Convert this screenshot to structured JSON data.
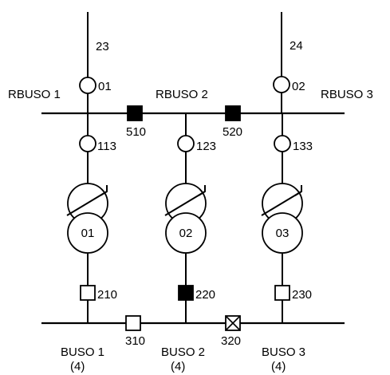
{
  "feeders": {
    "left": "23",
    "right": "24"
  },
  "top_buses": {
    "left": "RBUSO 1",
    "middle": "RBUSO 2",
    "right": "RBUSO 3"
  },
  "line_breakers": {
    "left": "01",
    "right": "02"
  },
  "bus_ties_top": {
    "left": "510",
    "right": "520"
  },
  "xfmr_breakers_high": {
    "left": "113",
    "middle": "123",
    "right": "133"
  },
  "transformers": {
    "left": "01",
    "middle": "02",
    "right": "03"
  },
  "xfmr_breakers_low": {
    "left": "210",
    "middle": "220",
    "right": "230"
  },
  "bus_ties_bottom": {
    "left": "310",
    "right": "320"
  },
  "bottom_buses": {
    "left": {
      "name": "BUSO 1",
      "note": "(4)"
    },
    "middle": {
      "name": "BUSO 2",
      "note": "(4)"
    },
    "right": {
      "name": "BUSO 3",
      "note": "(4)"
    }
  },
  "states": {
    "breaker_510": "closed",
    "breaker_520": "closed",
    "breaker_220": "closed",
    "breaker_210": "open",
    "breaker_230": "open",
    "breaker_310": "open",
    "breaker_320": "crossed"
  }
}
